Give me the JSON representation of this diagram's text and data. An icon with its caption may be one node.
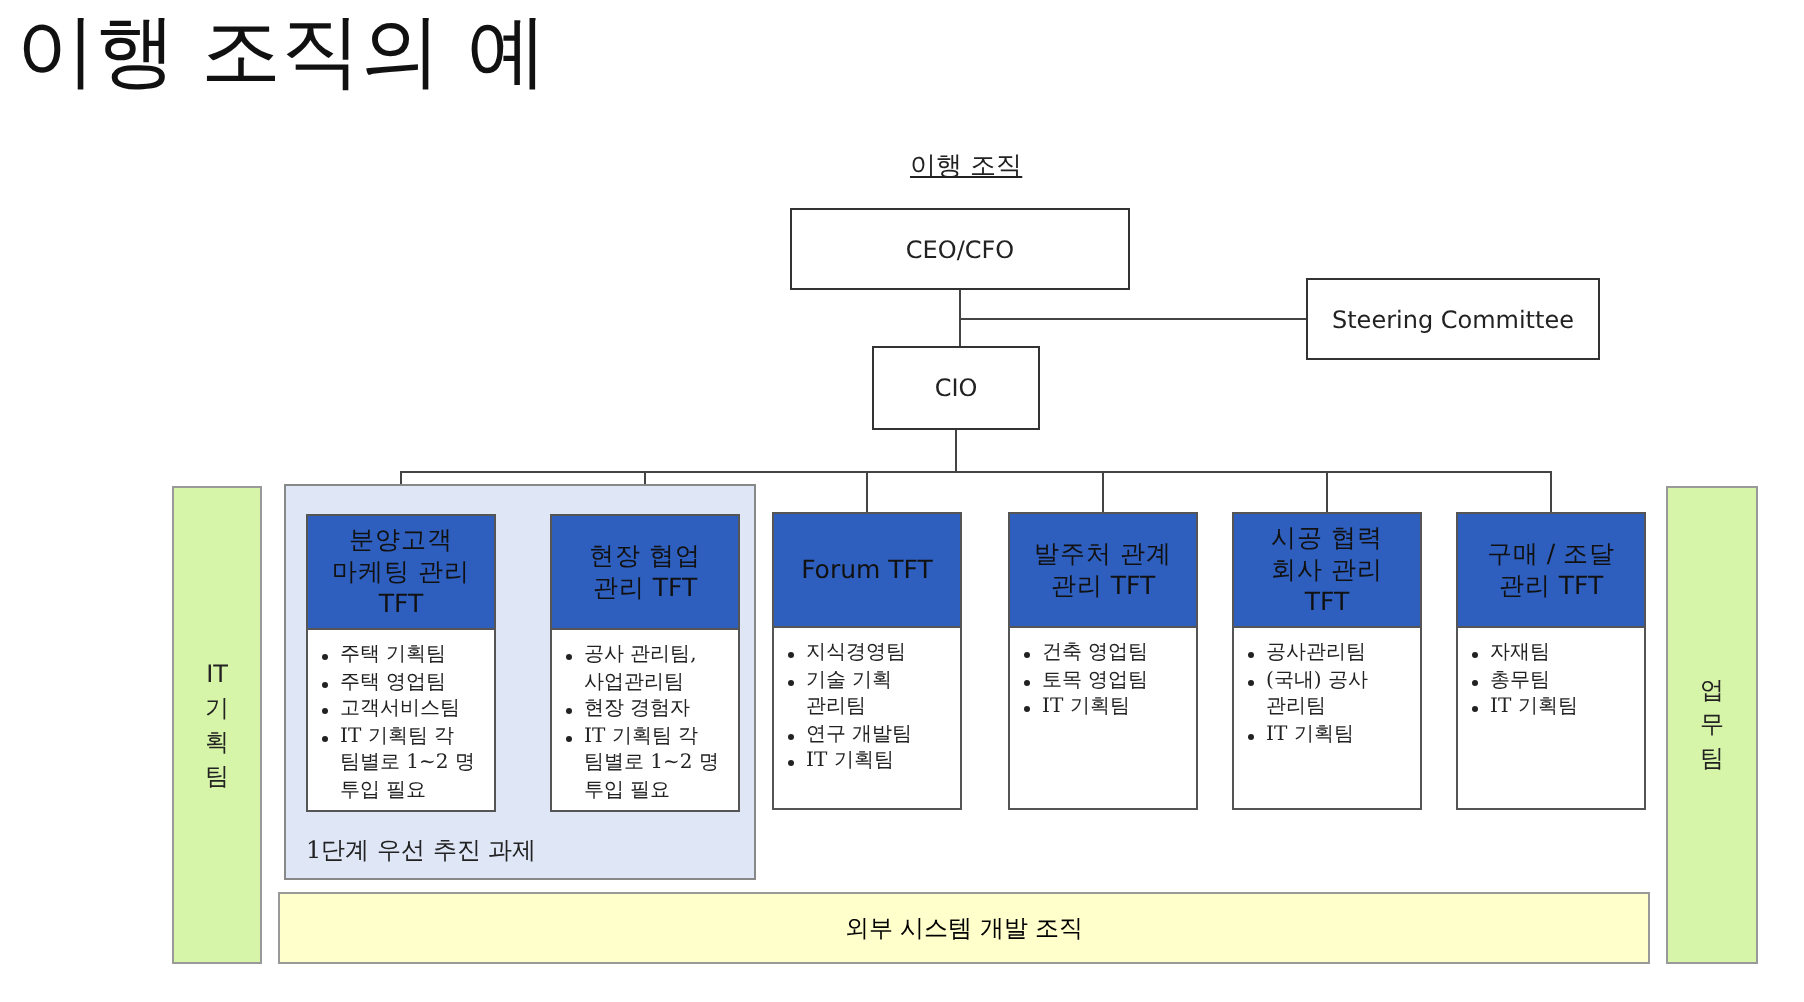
{
  "diagram": {
    "title": "이행 조직의 예",
    "nodes": [
      {
        "text": [
          "CEO/CFO"
        ]
      },
      {
        "text": [
          "Steering Committee"
        ]
      },
      {
        "text": [
          "CIO"
        ]
      },
      {
        "text": [
          "IT 기획팀"
        ]
      },
      {
        "text": [
          "1단계 우선 추진 과제"
        ]
      },
      {
        "text": [
          "분양고객 마케팅 관리 TFT",
          "주택 기획팀",
          "주택 영업팀",
          "고객서비스팀",
          "IT 기획팀 각 팀별로 1~2 명 투입 필요"
        ],
        "in": 4
      },
      {
        "text": [
          "현장 협업 관리 TFT",
          "공사 관리팀, 사업관리팀",
          "현장 경험자",
          "IT 기획팀 각 팀별로 1~2 명 투입 필요"
        ],
        "in": 4
      },
      {
        "text": [
          "Forum TFT",
          "지식경영팀",
          "기술 기획 관리팀",
          "연구 개발팀",
          "IT 기획팀"
        ]
      },
      {
        "text": [
          "발주처 관계 관리 TFT",
          "건축 영업팀",
          "토목 영업팀",
          "IT 기획팀"
        ]
      },
      {
        "text": [
          "시공 협력 회사 관리 TFT",
          "공사관리팀",
          "(국내) 공사 관리팀",
          "IT 기획팀"
        ]
      },
      {
        "text": [
          "구매 / 조달 관리 TFT",
          "자재팀",
          "총무팀",
          "IT 기획팀"
        ]
      },
      {
        "text": [
          "업무팀"
        ]
      },
      {
        "text": [
          "외부 시스템 개발 조직"
        ]
      }
    ],
    "edges": [
      {
        "from": 0,
        "to": 2,
        "arrow": "none"
      },
      {
        "from": 0,
        "to": 1,
        "arrow": "none"
      },
      {
        "from": 2,
        "to": 5,
        "arrow": "none"
      },
      {
        "from": 2,
        "to": 6,
        "arrow": "none"
      },
      {
        "from": 2,
        "to": 7,
        "arrow": "none"
      },
      {
        "from": 2,
        "to": 8,
        "arrow": "none"
      },
      {
        "from": 2,
        "to": 9,
        "arrow": "none"
      },
      {
        "from": 2,
        "to": 10,
        "arrow": "none"
      }
    ],
    "labels": [
      "이행 조직"
    ]
  }
}
